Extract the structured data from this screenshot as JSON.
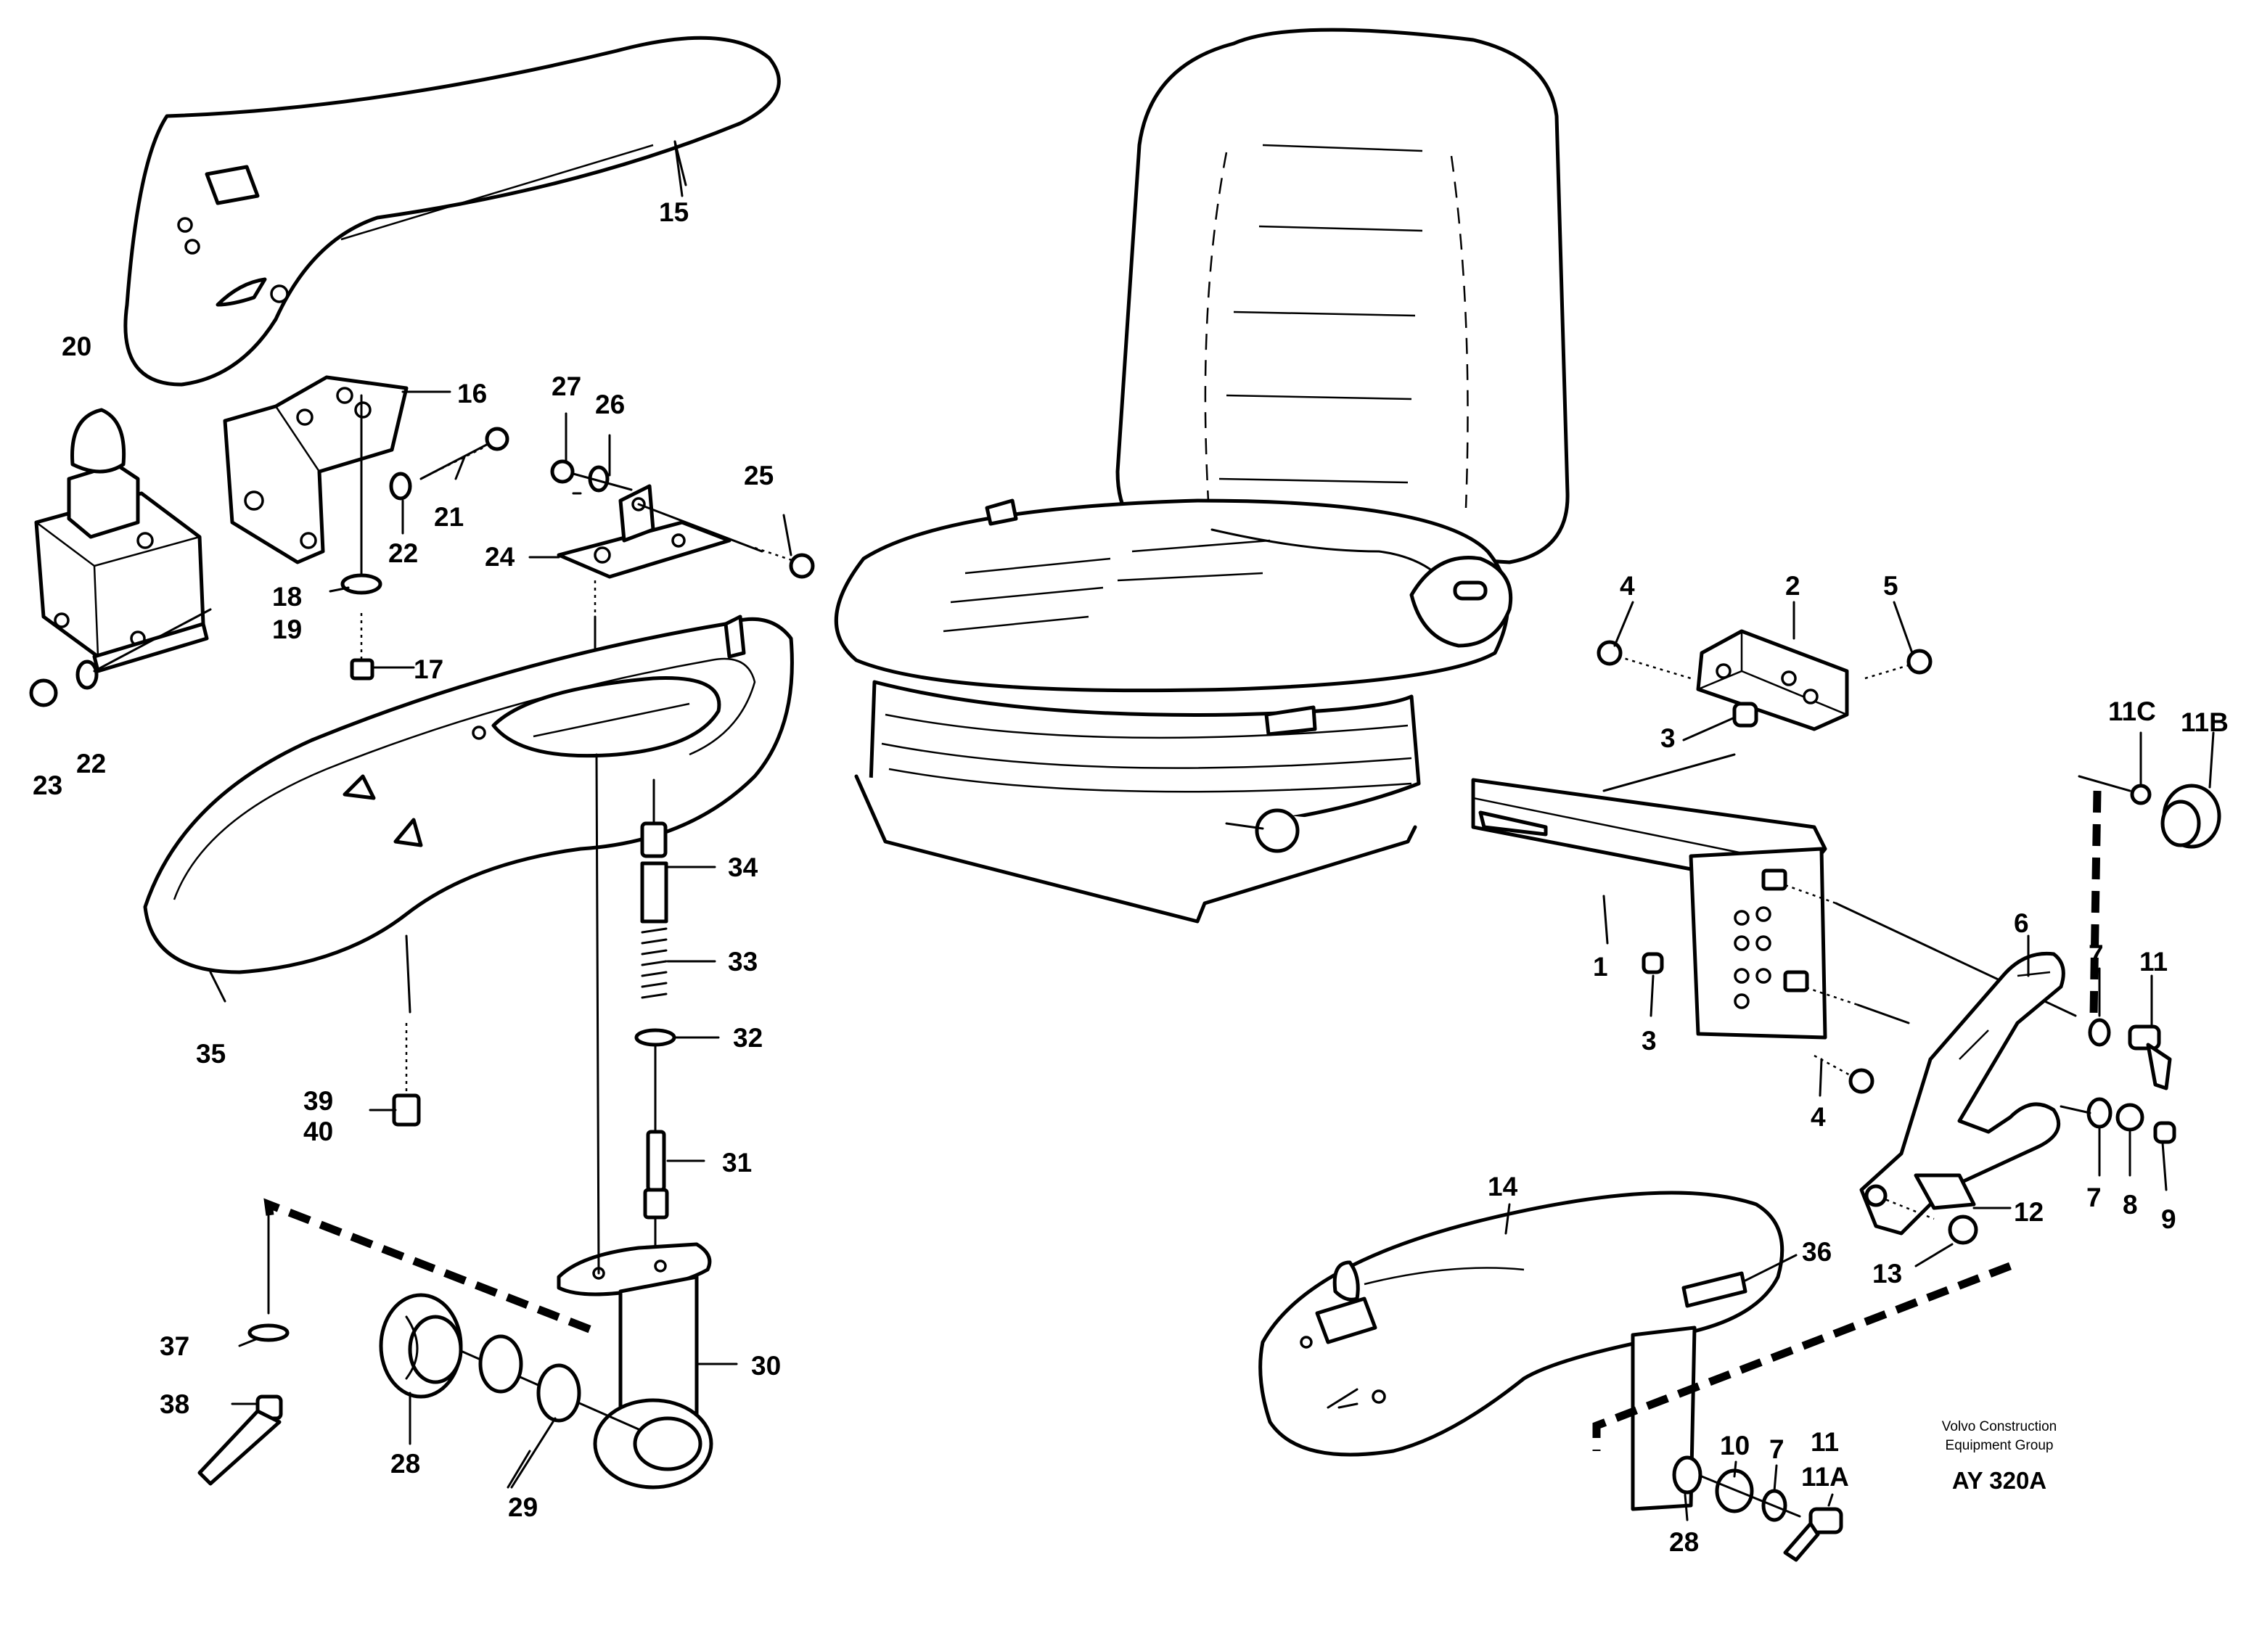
{
  "labels": {
    "p1": "1",
    "p2": "2",
    "p3a": "3",
    "p3b": "3",
    "p4a": "4",
    "p4b": "4",
    "p5": "5",
    "p6": "6",
    "p7a": "7",
    "p7b": "7",
    "p7c": "7",
    "p8": "8",
    "p9": "9",
    "p10": "10",
    "p11a": "11",
    "p11b": "11",
    "p11A": "11A",
    "p11B": "11B",
    "p11C": "11C",
    "p12": "12",
    "p13": "13",
    "p14": "14",
    "p15": "15",
    "p16": "16",
    "p17": "17",
    "p18": "18",
    "p19": "19",
    "p20": "20",
    "p21": "21",
    "p22a": "22",
    "p22b": "22",
    "p23": "23",
    "p24": "24",
    "p25": "25",
    "p26": "26",
    "p27": "27",
    "p28a": "28",
    "p28b": "28",
    "p29": "29",
    "p30": "30",
    "p31": "31",
    "p32": "32",
    "p33": "33",
    "p34": "34",
    "p35": "35",
    "p36": "36",
    "p37": "37",
    "p38": "38",
    "p39": "39",
    "p40": "40"
  },
  "footer": {
    "company_line1": "Volvo Construction",
    "company_line2": "Equipment Group",
    "drawing_code": "AY 320A"
  }
}
